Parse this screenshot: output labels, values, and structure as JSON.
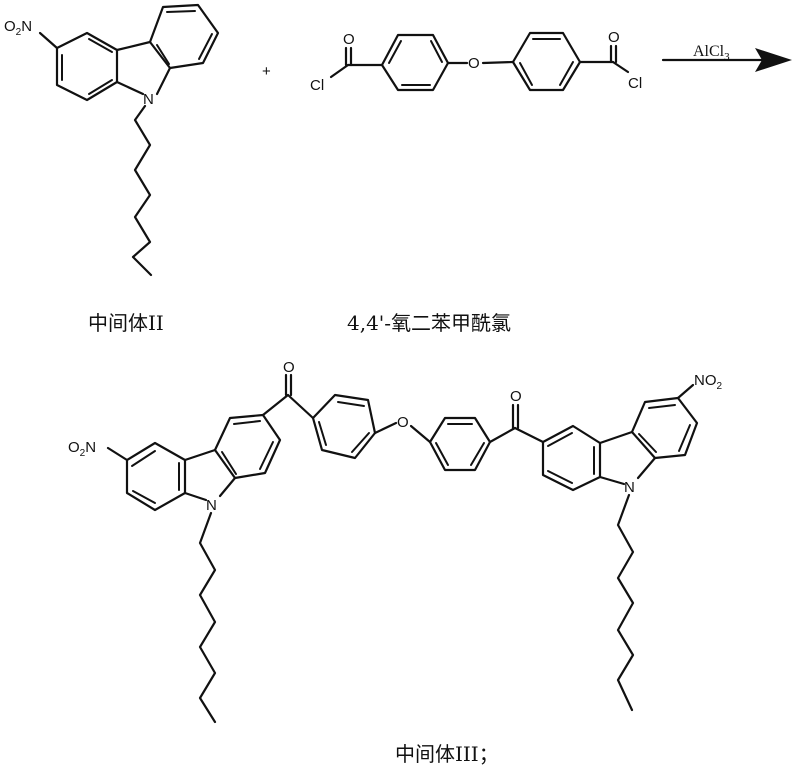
{
  "scheme": {
    "type": "chemical-reaction-scheme",
    "reactant_1": {
      "label": "中间体II",
      "nitro_group": "O2N",
      "heteroatom": "N",
      "description": "3-nitro-9-octylcarbazole"
    },
    "plus_sign": "+",
    "reactant_2": {
      "label": "4,4'-氧二苯甲酰氯",
      "carbonyl_oxygen": "O",
      "chlorine": "Cl",
      "ether_oxygen": "O"
    },
    "reagent": {
      "text_main": "AlCl",
      "text_sub": "3"
    },
    "product": {
      "label": "中间体III；",
      "nitro_left": "O2N",
      "nitro_right": "NO2",
      "heteroatom": "N",
      "carbonyl_oxygen": "O",
      "ether_oxygen": "O"
    }
  },
  "colors": {
    "ink": "#111111",
    "background": "#ffffff"
  }
}
